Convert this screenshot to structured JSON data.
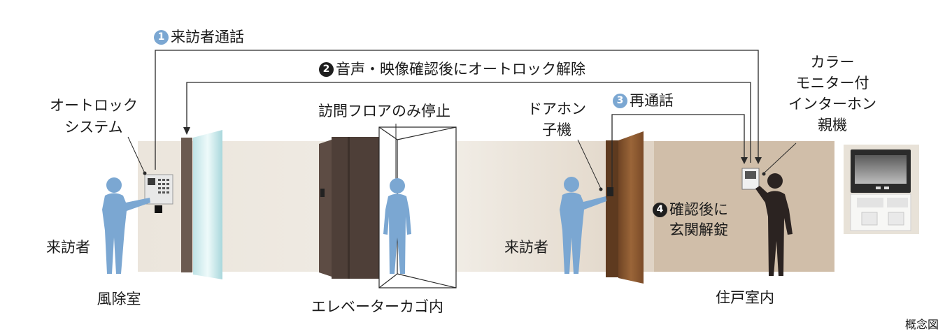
{
  "steps": [
    {
      "num": "1",
      "text": "来訪者通話",
      "color": "#7ba7d2"
    },
    {
      "num": "2",
      "text": "音声・映像確認後にオートロック解除",
      "color": "#1e1e1e"
    },
    {
      "num": "3",
      "text": "再通話",
      "color": "#7ba7d2"
    },
    {
      "num": "4",
      "text": "確認後に",
      "text2": "玄関解錠",
      "color": "#1e1e1e"
    }
  ],
  "labels": {
    "autolock": [
      "オートロック",
      "システム"
    ],
    "elevator_stop": "訪問フロアのみ停止",
    "door_phone": [
      "ドアホン",
      "子機"
    ],
    "monitor": [
      "カラー",
      "モニター付",
      "インターホン",
      "親機"
    ],
    "visitor_left": "来訪者",
    "visitor_right": "来訪者",
    "vestibule": "風除室",
    "elevator": "エレベーターカゴ内",
    "residence": "住戸室内",
    "note": "概念図"
  },
  "colors": {
    "visitor": "#7ba7d2",
    "resident": "#2b2321",
    "door": "#8b5a33",
    "wall_light": "#ece6dc",
    "wall_dark": "#d6c6b4"
  }
}
